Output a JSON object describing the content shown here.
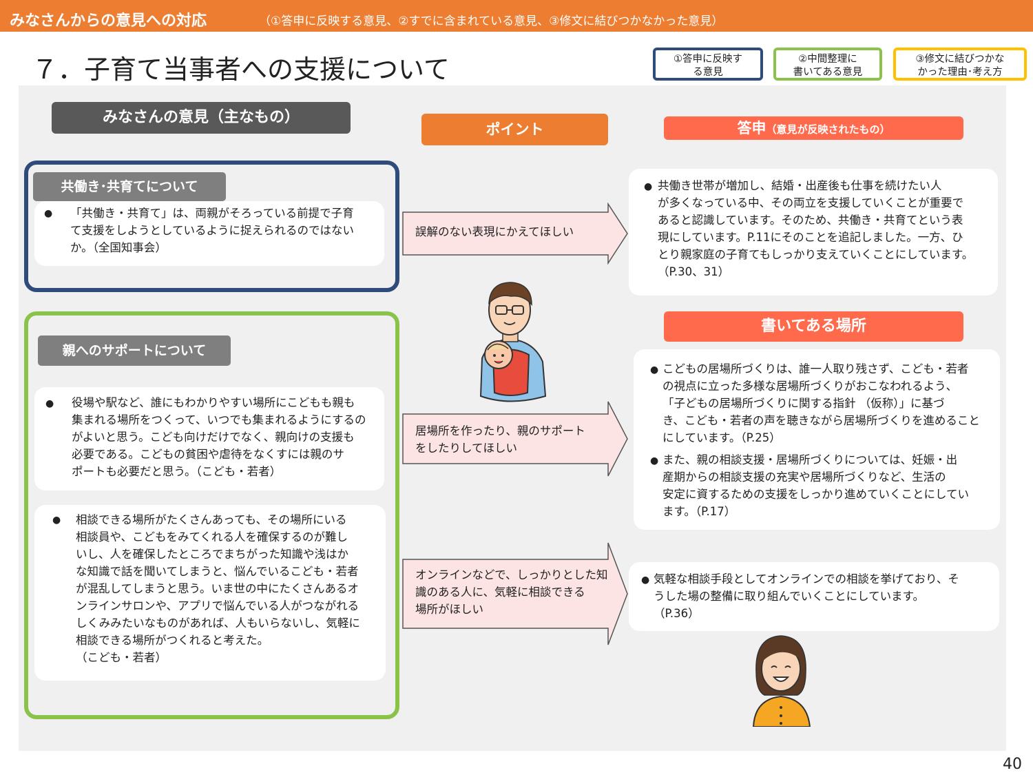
{
  "header": {
    "main": "みなさんからの意見への対応",
    "sub": "（①答申に反映する意見、②すでに含まれている意見、③修文に結びつかなかった意見）"
  },
  "title": "７．子育て当事者への支援について",
  "legend": [
    {
      "label": "①答申に反映す\nる意見",
      "color": "#2f4b7c"
    },
    {
      "label": "②中間整理に\n書いてある意見",
      "color": "#8bc34a"
    },
    {
      "label": "③修文に結びつかな\nかった理由･考え方",
      "color": "#ffc000"
    }
  ],
  "columns": {
    "opinion": "みなさんの意見（主なもの）",
    "point": "ポイント",
    "answer_main": "答申",
    "answer_sub": "（意見が反映されたもの）",
    "place": "書いてある場所"
  },
  "sections": [
    {
      "tab": "共働き･共育てについて",
      "opinions": [
        "「共働き・共育て」は、両親がそろっている前提で子育\nて支援をしようとしているように捉えられるのではない\nか。（全国知事会）"
      ]
    },
    {
      "tab": "親へのサポートについて",
      "opinions": [
        "役場や駅など、誰にもわかりやすい場所にこどもも親も\n集まれる場所をつくって、いつでも集まれるようにするの\nがよいと思う。こども向けだけでなく、親向けの支援も\n必要である。こどもの貧困や虐待をなくすには親のサ\nポートも必要だと思う。（こども・若者）",
        "相談できる場所がたくさんあっても、その場所にいる\n相談員や、こどもをみてくれる人を確保するのが難し\nいし、人を確保したところでまちがった知識や浅はか\nな知識で話を聞いてしまうと、悩んでいるこども・若者\nが混乱してしまうと思う。いま世の中にたくさんあるオ\nンラインサロンや、アプリで悩んでいる人がつながれる\nしくみみたいなものがあれば、人もいらないし、気軽に\n相談できる場所がつくれると考えた。\n（こども・若者）"
      ]
    }
  ],
  "points": [
    "誤解のない表現にかえてほしい",
    "居場所を作ったり、親のサポート\nをしたりしてほしい",
    "オンラインなどで、しっかりとした知\n識のある人に、気軽に相談できる\n場所がほしい"
  ],
  "answers": [
    "共働き世帯が増加し、結婚・出産後も仕事を続けたい人\nが多くなっている中、その両立を支援していくことが重要で\nあると認識しています。そのため、共働き・共育てという表\n現にしています。P.11にそのことを追記しました。一方、ひ\nとり親家庭の子育てもしっかり支えていくことにしています。\n（P.30、31）",
    "こどもの居場所づくりは、誰一人取り残さず、こども・若者\nの視点に立った多様な居場所づくりがおこなわれるよう、\n「子どもの居場所づくりに関する指針 （仮称）」に基づ\nき、こども・若者の声を聴きながら居場所づくりを進めること\nにしています。（P.25）",
    "また、親の相談支援・居場所づくりについては、妊娠・出\n産期からの相談支援の充実や居場所づくりなど、生活の\n安定に資するための支援をしっかり進めていくことにしてい\nます。（P.17）",
    "気軽な相談手段としてオンラインでの相談を挙げており、そ\nうした場の整備に取り組んでいくことにしています。\n（P.36）"
  ],
  "bullet": "●",
  "page_number": "40",
  "colors": {
    "orange": "#ed7d31",
    "coral": "#ff6a4d",
    "navy": "#2f4b7c",
    "green": "#8bc34a",
    "gold": "#ffc000",
    "arrow_fill": "#fde4e4",
    "gray_header": "#595959"
  }
}
